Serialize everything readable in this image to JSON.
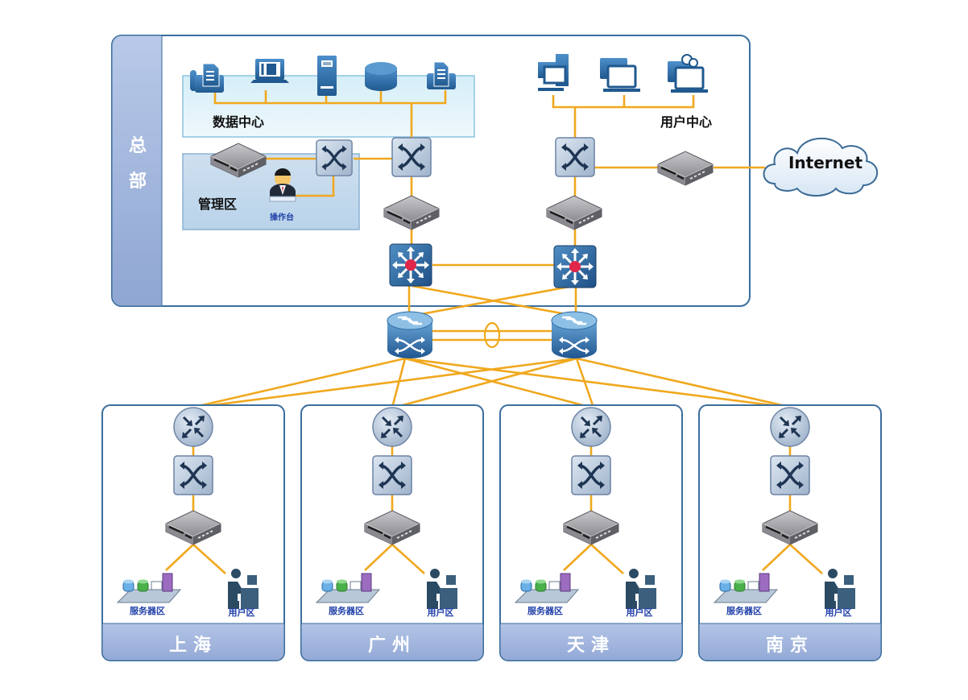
{
  "headquarters": {
    "label_chars": [
      "总",
      "部"
    ],
    "data_center": {
      "label": "数据中心",
      "devices": [
        "fax-icon",
        "ip-phone-laptop-icon",
        "server-tower-icon",
        "database-icon",
        "document-server-icon"
      ]
    },
    "management_zone": {
      "label": "管理区",
      "console_label": "操作台"
    },
    "user_center": {
      "label": "用户中心",
      "devices": [
        "workstation-group-icon",
        "laptop-group-icon",
        "media-pc-group-icon"
      ]
    }
  },
  "internet": {
    "label": "Internet"
  },
  "branches": [
    {
      "name": "上海",
      "server_zone_label": "服务器区",
      "user_zone_label": "用户区"
    },
    {
      "name": "广州",
      "server_zone_label": "服务器区",
      "user_zone_label": "用户区"
    },
    {
      "name": "天津",
      "server_zone_label": "服务器区",
      "user_zone_label": "用户区"
    },
    {
      "name": "南京",
      "server_zone_label": "服务器区",
      "user_zone_label": "用户区"
    }
  ],
  "colors": {
    "link": "#f0a81e",
    "frame_border": "#3b6e9e",
    "hq_sidebar": "#9db3dc",
    "branch_footer": "#9fb4db",
    "device_blue": "#2f6fa8",
    "router_gray": "#b9c7d8",
    "label_blue": "#1f3fa8"
  }
}
